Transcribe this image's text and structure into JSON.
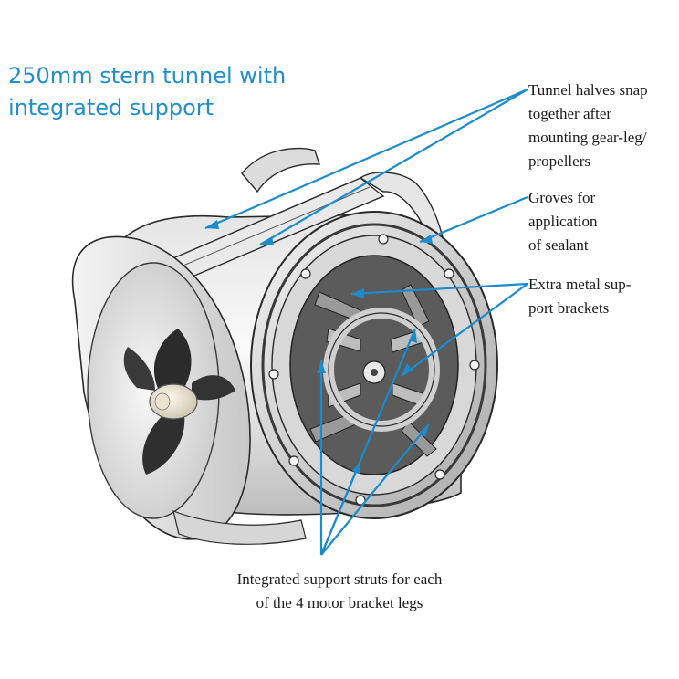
{
  "title": {
    "line1": "250mm stern tunnel with",
    "line2": "integrated support"
  },
  "callouts": {
    "tunnel_halves": {
      "line1": "Tunnel halves snap",
      "line2": "together after",
      "line3": "mounting gear-leg/",
      "line4": "propellers"
    },
    "groves": {
      "line1": "Groves for",
      "line2": "application",
      "line3": "of sealant"
    },
    "brackets": {
      "line1": "Extra metal sup-",
      "line2": "port brackets"
    },
    "struts": {
      "line1": "Integrated support struts for each",
      "line2": "of the 4 motor bracket legs"
    }
  },
  "colors": {
    "accent": "#1f8fc9",
    "leader": "#1a8ccc",
    "metal_light": "#ececec",
    "metal_dark": "#3a3a3a",
    "text": "#1b1b1b"
  }
}
